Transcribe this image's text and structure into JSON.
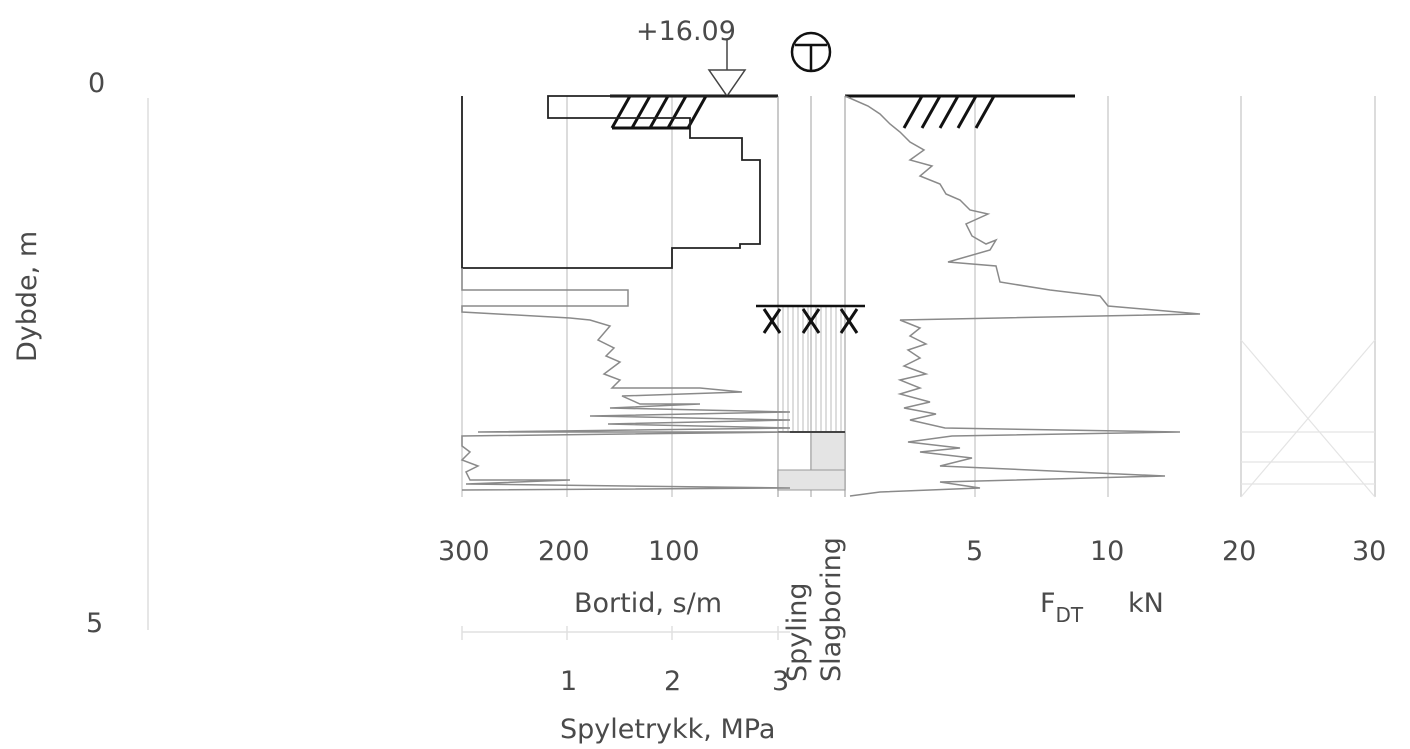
{
  "depth_axis": {
    "label": "Dybde, m",
    "ticks": [
      "0",
      "5"
    ]
  },
  "elevation": {
    "label": "+16.09"
  },
  "bortid_axis": {
    "label": "Bortid, s/m",
    "ticks": [
      "300",
      "200",
      "100"
    ]
  },
  "spyletrykk_axis": {
    "label": "Spyletrykk, MPa",
    "ticks": [
      "1",
      "2",
      "3"
    ]
  },
  "method_columns": {
    "spyling": "Spyling",
    "slagboring": "Slagboring"
  },
  "fdt_axis": {
    "label_main": "F",
    "label_sub": "DT",
    "unit": "kN",
    "ticks": [
      "5",
      "10",
      "20",
      "30"
    ]
  },
  "colors": {
    "ink": "#111111",
    "grid": "#d0d0d0",
    "trace": "#9a9a9a",
    "text": "#4a4a4a",
    "fill": "#e4e4e4"
  },
  "symbols": {
    "total_sounding": "circle-T-icon",
    "ground_hatch": "hatch-icon",
    "rock_marker": "x-marker-icon"
  }
}
